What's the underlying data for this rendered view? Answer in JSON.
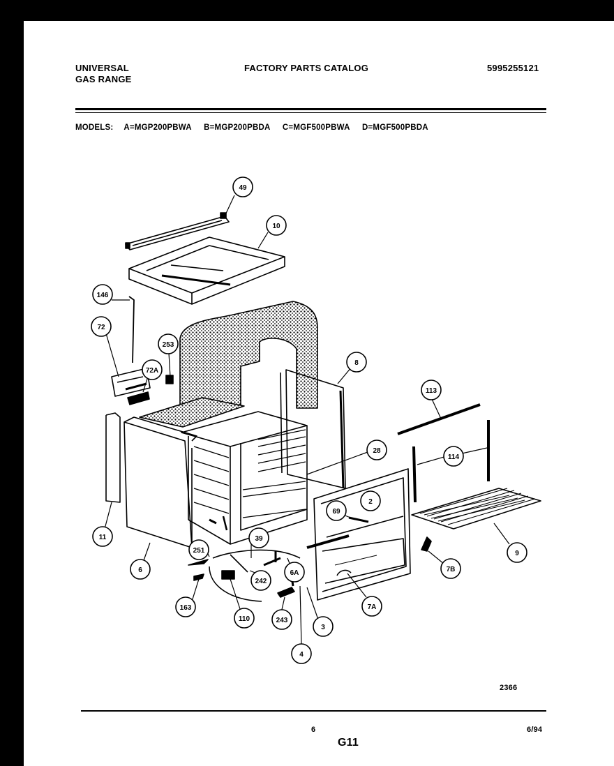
{
  "header": {
    "brand_line1": "UNIVERSAL",
    "brand_line2": "GAS RANGE",
    "catalog_title": "FACTORY PARTS CATALOG",
    "catalog_number": "5995255121"
  },
  "models": {
    "label": "MODELS:",
    "items": [
      "A=MGP200PBWA",
      "B=MGP200PBDA",
      "C=MGF500PBWA",
      "D=MGF500PBDA"
    ]
  },
  "callouts": [
    "49",
    "10",
    "146",
    "72",
    "253",
    "72A",
    "8",
    "113",
    "114",
    "28",
    "2",
    "69",
    "11",
    "6",
    "251",
    "39",
    "6A",
    "242",
    "163",
    "110",
    "243",
    "3",
    "4",
    "7A",
    "7B",
    "9"
  ],
  "footer": {
    "drawing_number": "2366",
    "page_number": "6",
    "date_code": "6/94",
    "section_code": "G11"
  }
}
